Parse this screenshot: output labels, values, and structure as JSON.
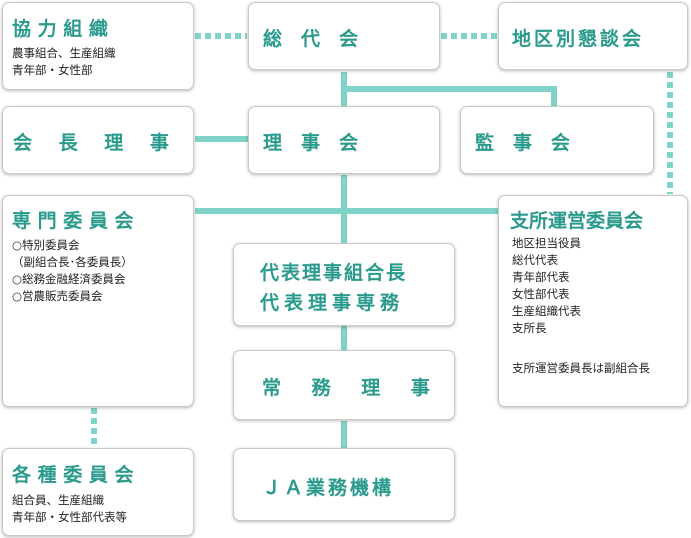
{
  "nodes": {
    "kyoryoku": {
      "title": "協 力 組 織",
      "lines": [
        "農事組合、生産組織",
        "青年部・女性部"
      ]
    },
    "sodaikai": {
      "title": "総　代　会"
    },
    "chiku": {
      "title": "地区別懇談会"
    },
    "kaicho": {
      "title": "会 長 理 事"
    },
    "rijikai": {
      "title": "理　事　会"
    },
    "kanjikai": {
      "title": "監　事　会"
    },
    "senmon": {
      "title": "専 門 委 員 会",
      "lines": [
        "○特別委員会",
        "（副組合長･各委員長）",
        "○総務金融経済委員会",
        "○営農販売委員会"
      ]
    },
    "shisho": {
      "title": "支所運営委員会",
      "lines": [
        "地区担当役員",
        "総代代表",
        "青年部代表",
        "女性部代表",
        "生産組織代表",
        "支所長",
        "",
        "支所運営委員長は副組合長"
      ]
    },
    "daihyo": {
      "title1": "代表理事組合長",
      "title2": "代表理事専務"
    },
    "jomu": {
      "title": "常 務 理 事"
    },
    "ja": {
      "title": "ＪＡ業務機構"
    },
    "kakushu": {
      "title": "各 種 委 員 会",
      "lines": [
        "組合員、生産組織",
        "青年部・女性部代表等"
      ]
    }
  },
  "colors": {
    "accent": "#2a9a8c",
    "connector": "#7fd3c8",
    "border": "#c9c9c9"
  }
}
